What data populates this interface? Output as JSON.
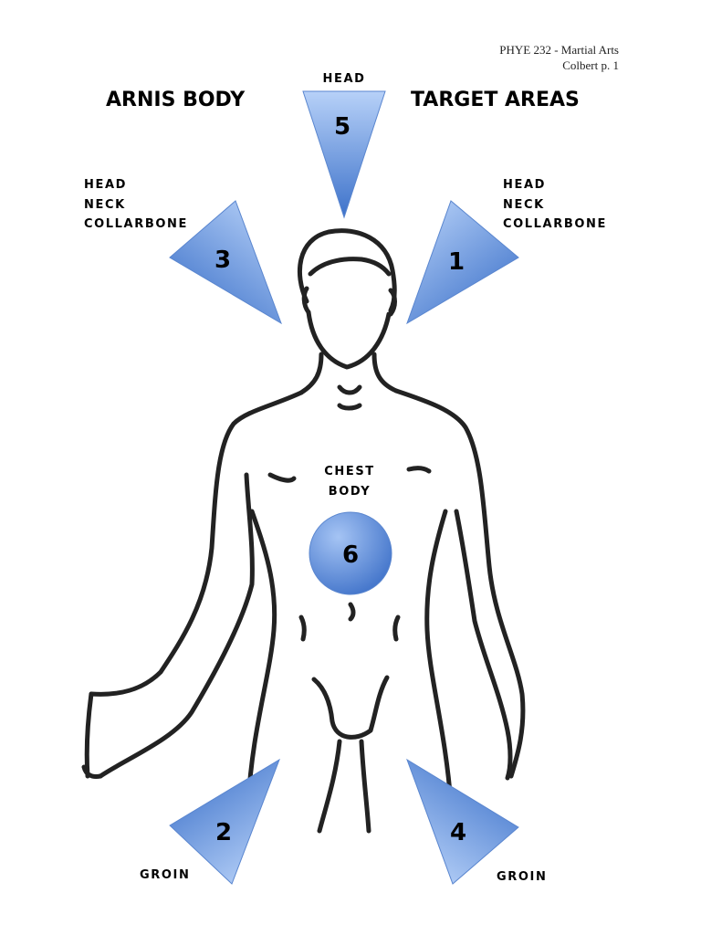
{
  "header": {
    "course": "PHYE 232 - Martial Arts",
    "page_ref": "Colbert p. 1"
  },
  "title": {
    "left": "ARNIS BODY",
    "right": "TARGET AREAS"
  },
  "targets": [
    {
      "number": "1",
      "label_lines": [
        "HEAD",
        "NECK",
        "COLLARBONE"
      ]
    },
    {
      "number": "2",
      "label_lines": [
        "GROIN"
      ]
    },
    {
      "number": "3",
      "label_lines": [
        "HEAD",
        "NECK",
        "COLLARBONE"
      ]
    },
    {
      "number": "4",
      "label_lines": [
        "GROIN"
      ]
    },
    {
      "number": "5",
      "label_lines": [
        "HEAD"
      ]
    },
    {
      "number": "6",
      "label_lines": [
        "CHEST",
        "BODY"
      ]
    }
  ],
  "colors": {
    "marker_light": "#a9c7f6",
    "marker_dark": "#3f74cc",
    "outline": "#222222"
  },
  "figure": {
    "icon": "human-body-outline"
  }
}
